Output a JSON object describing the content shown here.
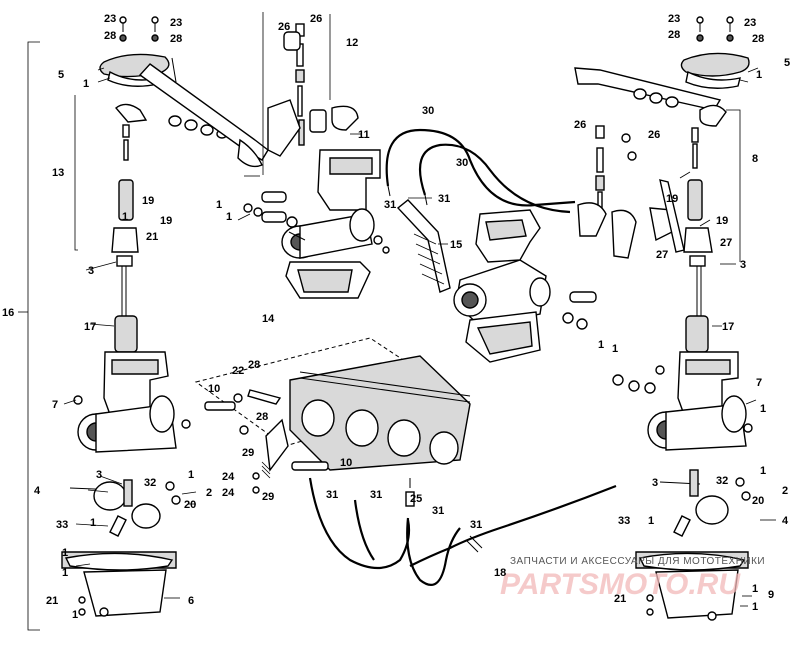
{
  "labels": {
    "l_23a": "23",
    "l_28a": "28",
    "l_23b": "23",
    "l_28b": "28",
    "l_26a": "26",
    "l_26b": "26",
    "l_12": "12",
    "l_5a": "5",
    "l_1a": "1",
    "l_13": "13",
    "l_11": "11",
    "l_30a": "30",
    "l_30b": "30",
    "l_23c": "23",
    "l_28c": "28",
    "l_23d": "23",
    "l_28d": "28",
    "l_5b": "5",
    "l_1b": "1",
    "l_8": "8",
    "l_26c": "26",
    "l_26d": "26",
    "l_19a": "19",
    "l_1c": "1",
    "l_19b": "19",
    "l_21a": "21",
    "l_3a": "3",
    "l_1d": "1",
    "l_1e": "1",
    "l_31a": "31",
    "l_31b": "31",
    "l_15": "15",
    "l_19c": "19",
    "l_19d": "19",
    "l_27a": "27",
    "l_27b": "27",
    "l_3b": "3",
    "l_17a": "17",
    "l_16": "16",
    "l_14": "14",
    "l_1f": "1",
    "l_1g": "1",
    "l_17b": "17",
    "l_22": "22",
    "l_28e": "28",
    "l_10a": "10",
    "l_28f": "28",
    "l_7a": "7",
    "l_7b": "7",
    "l_1h": "1",
    "l_29a": "29",
    "l_29b": "29",
    "l_24a": "24",
    "l_24b": "24",
    "l_10b": "10",
    "l_3c": "3",
    "l_32a": "32",
    "l_1i": "1",
    "l_4a": "4",
    "l_20a": "20",
    "l_2a": "2",
    "l_31c": "31",
    "l_31d": "31",
    "l_25": "25",
    "l_31e": "31",
    "l_31f": "31",
    "l_3d": "3",
    "l_32b": "32",
    "l_1j": "1",
    "l_20b": "20",
    "l_2b": "2",
    "l_4b": "4",
    "l_33a": "33",
    "l_1k": "1",
    "l_33b": "33",
    "l_1l": "1",
    "l_18": "18",
    "l_1m": "1",
    "l_1n": "1",
    "l_21b": "21",
    "l_1o": "1",
    "l_6": "6",
    "l_21c": "21",
    "l_1p": "1",
    "l_9": "9",
    "l_1q": "1"
  },
  "watermark": {
    "top": "ЗАПЧАСТИ И АКСЕССУАРЫ ДЛЯ МОТОТЕХНИКИ",
    "brand": "PARTSMOTO.RU"
  }
}
